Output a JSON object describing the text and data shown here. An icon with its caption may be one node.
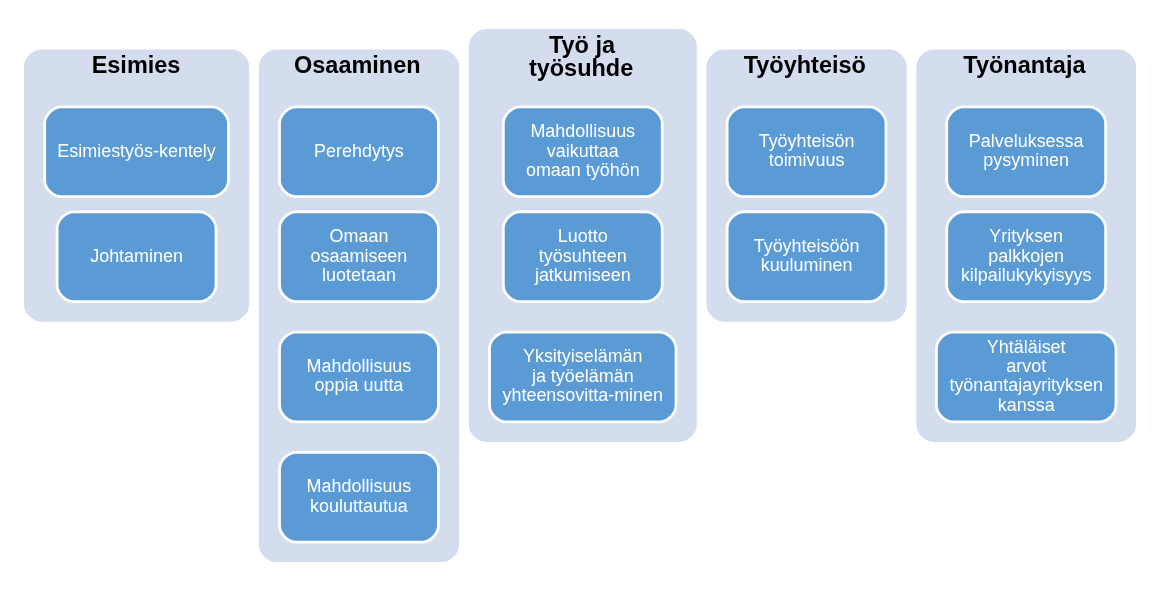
{
  "diagram": {
    "nodes": [
      {
        "text": [
          "Esimies"
        ]
      },
      {
        "text": [
          "Esimiestyös-kentely"
        ],
        "in": 0
      },
      {
        "text": [
          "Johtaminen"
        ],
        "in": 0
      },
      {
        "text": [
          "Osaaminen"
        ]
      },
      {
        "text": [
          "Perehdytys"
        ],
        "in": 3
      },
      {
        "text": [
          "Omaan osaamiseen luotetaan"
        ],
        "in": 3
      },
      {
        "text": [
          "Mahdollisuus oppia uutta"
        ],
        "in": 3
      },
      {
        "text": [
          "Mahdollisuus kouluttautua"
        ],
        "in": 3
      },
      {
        "text": [
          "Työ ja työsuhde"
        ]
      },
      {
        "text": [
          "Mahdollisuus vaikuttaa omaan työhön"
        ],
        "in": 8
      },
      {
        "text": [
          "Luotto työsuhteen jatkumiseen"
        ],
        "in": 8
      },
      {
        "text": [
          "Yksityiselämän ja työelämän yhteensovitta-minen"
        ],
        "in": 8
      },
      {
        "text": [
          "Työyhteisö"
        ]
      },
      {
        "text": [
          "Työyhteisön toimivuus"
        ],
        "in": 12
      },
      {
        "text": [
          "Työyhteisöön kuuluminen"
        ],
        "in": 12
      },
      {
        "text": [
          "Työnantaja"
        ]
      },
      {
        "text": [
          "Palveluksessa pysyminen"
        ],
        "in": 15
      },
      {
        "text": [
          "Yrityksen palkkojen kilpailukykyisyys"
        ],
        "in": 15
      },
      {
        "text": [
          "Yhtäläiset arvot työnantajayrityksen kanssa"
        ],
        "in": 15
      }
    ]
  }
}
